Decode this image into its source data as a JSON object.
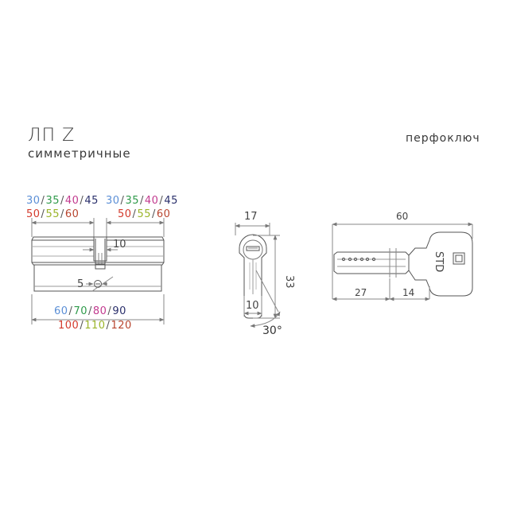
{
  "header": {
    "title": "ЛП Z",
    "subtitle": "симметричные",
    "key_type": "перфоключ"
  },
  "colors": {
    "s30": "#5b8fd6",
    "s35": "#2e9a4a",
    "s40": "#c23a8f",
    "s45": "#2a2f6b",
    "s50": "#d33a2c",
    "s55": "#9bb52a",
    "s60": "#b8452f",
    "s70": "#2e9a4a",
    "s80": "#c23a8f",
    "s90": "#2a2f6b",
    "s100": "#d33a2c",
    "s110": "#9bb52a",
    "s120": "#b8452f"
  },
  "cylinder": {
    "left_sizes_top": [
      "30",
      "35",
      "40",
      "45"
    ],
    "left_sizes_bottom": [
      "50",
      "55",
      "60"
    ],
    "right_sizes_top": [
      "30",
      "35",
      "40",
      "45"
    ],
    "right_sizes_bottom": [
      "50",
      "55",
      "60"
    ],
    "total_sizes_top": [
      "60",
      "70",
      "80",
      "90"
    ],
    "total_sizes_bottom": [
      "100",
      "110",
      "120"
    ],
    "cam_width": "10",
    "screw_label": "5"
  },
  "profile": {
    "width": "17",
    "height": "33",
    "bottom_width": "10",
    "angle": "30°"
  },
  "key": {
    "length": "60",
    "blade": "27",
    "shoulder": "14",
    "brand": "STD"
  }
}
